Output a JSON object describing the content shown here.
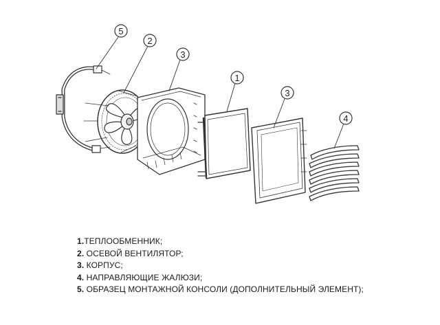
{
  "callouts": [
    {
      "number": "5",
      "part": "mounting-bracket"
    },
    {
      "number": "2",
      "part": "axial-fan"
    },
    {
      "number": "3",
      "part": "housing-rear"
    },
    {
      "number": "1",
      "part": "heat-exchanger"
    },
    {
      "number": "3",
      "part": "housing-front"
    },
    {
      "number": "4",
      "part": "guide-louvers"
    }
  ],
  "legend": [
    {
      "num": "1.",
      "text": "ТЕПЛООБМЕННИК;"
    },
    {
      "num": "2.",
      "text": " ОСЕВОЙ ВЕНТИЛЯТОР;"
    },
    {
      "num": "3.",
      "text": " КОРПУС;"
    },
    {
      "num": "4.",
      "text": " НАПРАВЛЯЮЩИЕ ЖАЛЮЗИ;"
    },
    {
      "num": "5.",
      "text": " ОБРАЗЕЦ МОНТАЖНОЙ КОНСОЛИ (ДОПОЛНИТЕЛЬНЫЙ ЭЛЕМЕНТ);"
    }
  ]
}
